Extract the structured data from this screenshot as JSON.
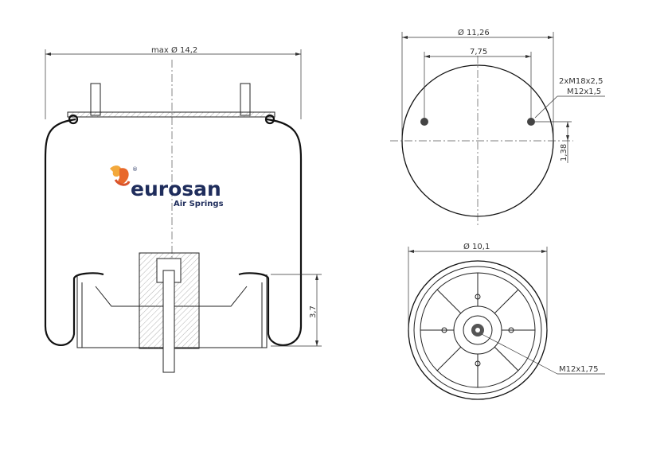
{
  "logo": {
    "brand": "eurosan",
    "subtitle": "Air Springs",
    "registered": "®",
    "colors": {
      "brand": "#1f2d5c",
      "mark": "#e8682a"
    }
  },
  "side_view": {
    "diameter_label": "max Ø 14,2",
    "height_label": "3,7"
  },
  "top_view": {
    "diameter_label": "Ø 11,26",
    "spacing_label": "7,75",
    "thread_label_1": "2xM18x2,5",
    "thread_label_2": "M12x1,5",
    "offset_label": "1,38"
  },
  "bottom_view": {
    "diameter_label": "Ø 10,1",
    "thread_label": "M12x1,75"
  }
}
